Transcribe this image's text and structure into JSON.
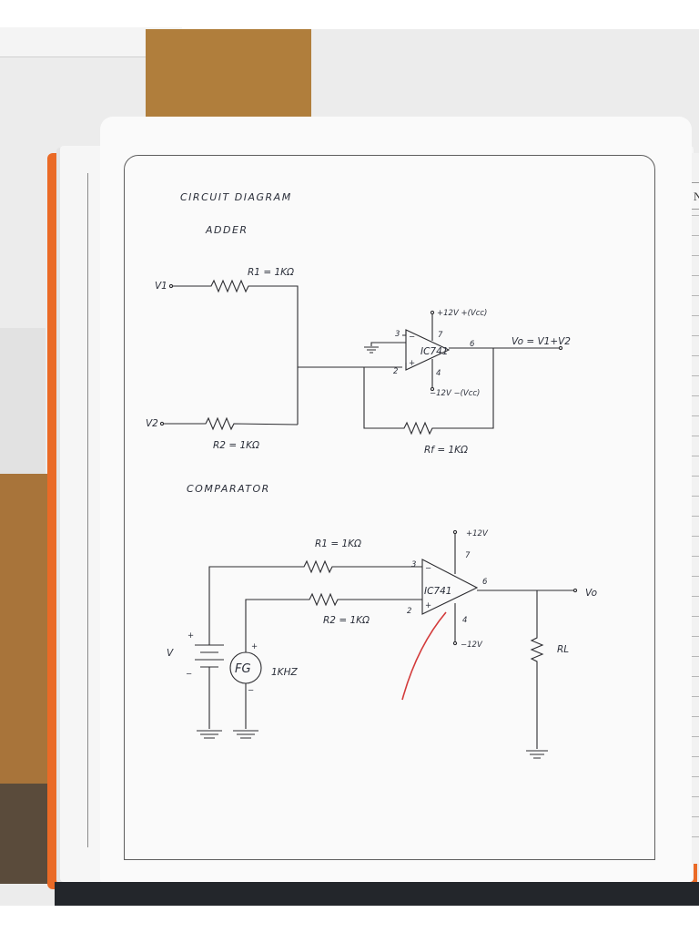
{
  "notebook": {
    "heading": "CIRCUIT DIAGRAM",
    "margin_tab": "Expt. N"
  },
  "adder": {
    "title": "ADDER",
    "input_1": "V1",
    "input_2": "V2",
    "r1_label": "R1 = 1KΩ",
    "r2_label": "R2 = 1KΩ",
    "rf_label": "Rf = 1KΩ",
    "ic_label": "IC741",
    "pin_3": "3",
    "pin_2": "2",
    "pin_7": "7",
    "pin_4": "4",
    "pin_6": "6",
    "minus_sign": "−",
    "plus_sign": "+",
    "vplus_label": "+12V +(Vcc)",
    "vminus_label": "−12V −(Vcc)",
    "output_label": "Vo = V1+V2"
  },
  "comparator": {
    "title": "COMPARATOR",
    "r1_label": "R1 = 1KΩ",
    "r2_label": "R2 = 1KΩ",
    "ic_label": "IC741",
    "pin_3": "3",
    "pin_2": "2",
    "pin_7": "7",
    "pin_4": "4",
    "pin_6": "6",
    "minus_sign": "−",
    "plus_sign": "+",
    "vplus_label": "+12V",
    "vminus_label": "−12V",
    "output_label": "Vo",
    "load_label": "RL",
    "source_label": "V",
    "source_plus": "+",
    "source_minus": "−",
    "fg_label": "FG",
    "fg_plus": "+",
    "fg_minus": "−",
    "fg_freq": "1KHZ"
  },
  "colors": {
    "ink": "#2b2f3a",
    "red_pen": "#d33a3a",
    "cover": "#ea6a26"
  }
}
